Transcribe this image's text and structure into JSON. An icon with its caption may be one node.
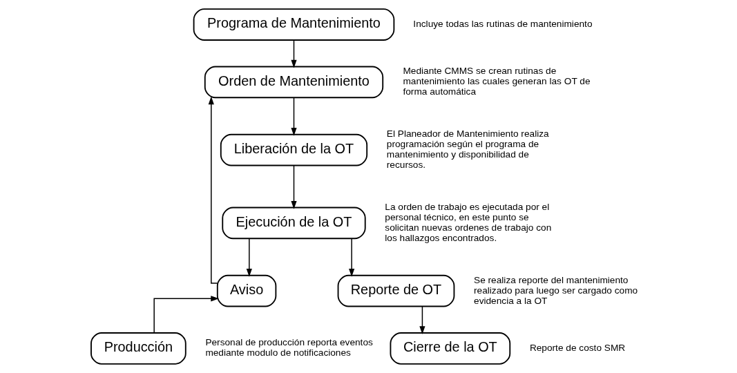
{
  "diagram": {
    "nodes": [
      {
        "text": [
          "Programa de Mantenimiento"
        ],
        "beside": [
          "Incluye todas las rutinas de mantenimiento"
        ]
      },
      {
        "text": [
          "Orden de Mantenimiento"
        ],
        "beside": [
          "Mediante CMMS se crean rutinas de mantenimiento las cuales generan las OT de forma automática"
        ]
      },
      {
        "text": [
          "Liberación de la OT"
        ],
        "beside": [
          "El Planeador de Mantenimiento realiza programación según el programa de mantenimiento y disponibilidad de recursos."
        ]
      },
      {
        "text": [
          "Ejecución de la OT"
        ],
        "beside": [
          "La orden de trabajo es ejecutada por el personal técnico, en este punto se solicitan nuevas ordenes de trabajo con los hallazgos encontrados."
        ]
      },
      {
        "text": [
          "Aviso"
        ]
      },
      {
        "text": [
          "Reporte de OT"
        ],
        "beside": [
          "Se realiza reporte del mantenimiento realizado para luego ser cargado como evidencia a la OT"
        ]
      },
      {
        "text": [
          "Producción"
        ],
        "beside": [
          "Personal de producción reporta eventos mediante modulo de notificaciones"
        ]
      },
      {
        "text": [
          "Cierre de la OT"
        ],
        "beside": [
          "Reporte de costo SMR"
        ]
      }
    ],
    "edges": [
      {
        "from": 0,
        "to": 1,
        "arrow": "to"
      },
      {
        "from": 1,
        "to": 2,
        "arrow": "to"
      },
      {
        "from": 2,
        "to": 3,
        "arrow": "to"
      },
      {
        "from": 3,
        "to": 4,
        "arrow": "to"
      },
      {
        "from": 3,
        "to": 5,
        "arrow": "to"
      },
      {
        "from": 6,
        "to": 4,
        "arrow": "to"
      },
      {
        "from": 4,
        "to": 1,
        "arrow": "to"
      },
      {
        "from": 5,
        "to": 7,
        "arrow": "to"
      }
    ]
  }
}
